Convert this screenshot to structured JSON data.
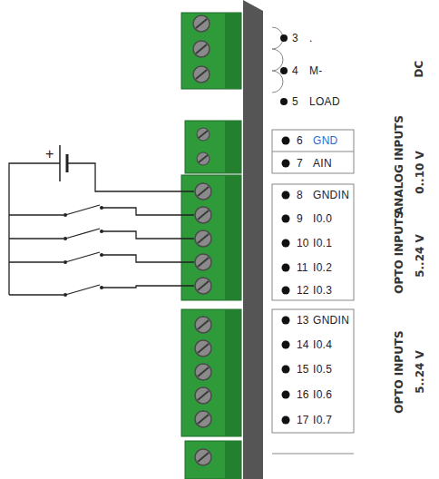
{
  "diagram": {
    "labels": [
      "3",
      ".",
      "4",
      "M-",
      "5",
      "LOAD",
      "DC",
      "6",
      "GND",
      "7",
      "AIN",
      "ANALOG INPUTS",
      "0..10 V",
      "8",
      "GNDIN",
      "9",
      "I0.0",
      "10",
      "I0.1",
      "11",
      "I0.2",
      "12",
      "I0.3",
      "OPTO INPUTS",
      "5..24 V",
      "13",
      "GNDIN",
      "14",
      "I0.4",
      "15",
      "I0.5",
      "16",
      "I0.6",
      "17",
      "I0.7",
      "OPTO INPUTS",
      "5..24 V",
      "+"
    ]
  }
}
